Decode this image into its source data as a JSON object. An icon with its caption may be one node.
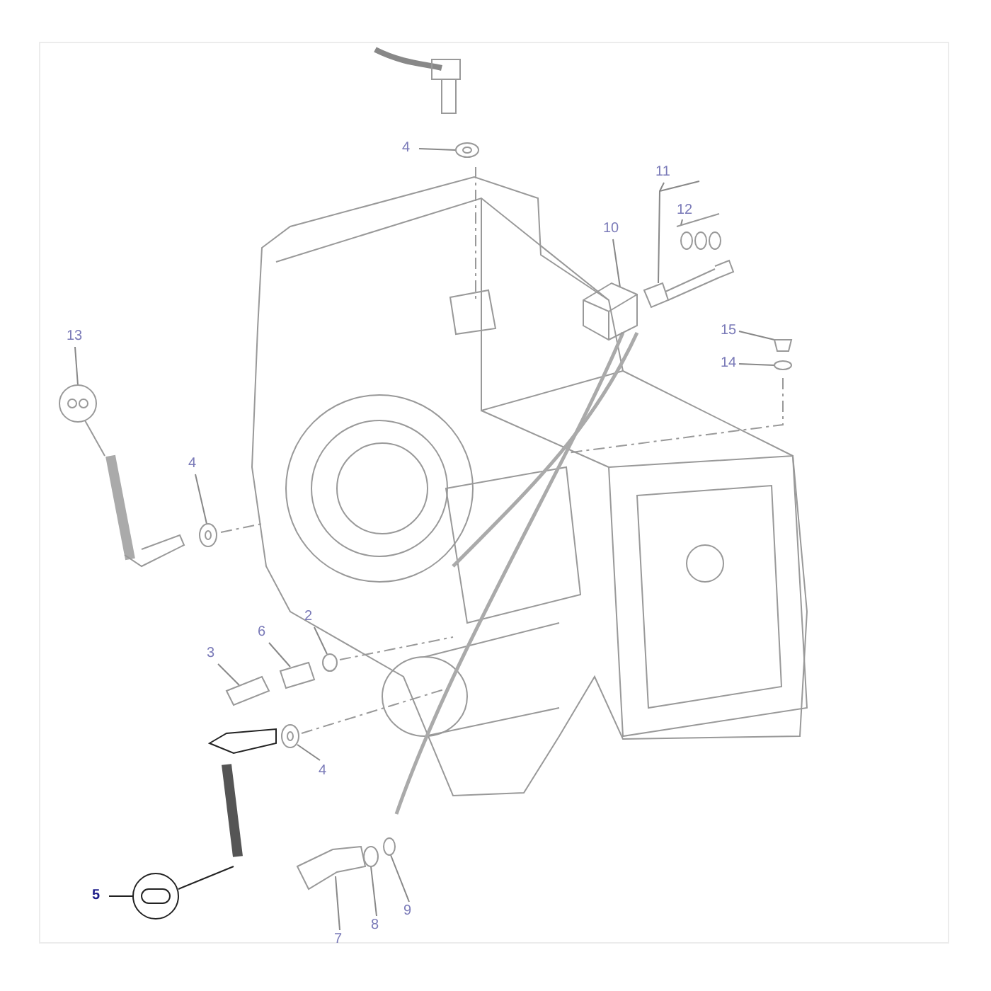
{
  "diagram": {
    "nodes": [
      {
        "text": [
          "4"
        ]
      },
      {
        "text": [
          "11"
        ]
      },
      {
        "text": [
          "12"
        ]
      },
      {
        "text": [
          "10"
        ]
      },
      {
        "text": [
          "13"
        ]
      },
      {
        "text": [
          "15"
        ]
      },
      {
        "text": [
          "14"
        ]
      },
      {
        "text": [
          "4"
        ]
      },
      {
        "text": [
          "2"
        ]
      },
      {
        "text": [
          "6"
        ]
      },
      {
        "text": [
          "3"
        ]
      },
      {
        "text": [
          "4"
        ]
      },
      {
        "text": [
          "5"
        ]
      },
      {
        "text": [
          "7"
        ]
      },
      {
        "text": [
          "8"
        ]
      },
      {
        "text": [
          "9"
        ]
      },
      {
        "text": [],
        "shape": "picture"
      },
      {
        "text": [],
        "shape": "picture"
      },
      {
        "text": [],
        "shape": "picture"
      },
      {
        "text": [],
        "shape": "picture"
      },
      {
        "text": [],
        "shape": "picture"
      },
      {
        "text": [],
        "shape": "picture"
      },
      {
        "text": [],
        "shape": "circle"
      },
      {
        "text": [],
        "shape": "picture"
      },
      {
        "text": [],
        "shape": "circle"
      },
      {
        "text": [],
        "shape": "picture"
      },
      {
        "text": [],
        "shape": "picture"
      },
      {
        "text": [],
        "shape": "picture"
      },
      {
        "text": [],
        "shape": "picture"
      },
      {
        "text": [],
        "shape": "picture"
      },
      {
        "text": [],
        "shape": "circle"
      },
      {
        "text": [],
        "shape": "circle"
      }
    ],
    "edges": [
      {
        "from": 0,
        "to": 16,
        "arrow": "none"
      },
      {
        "from": 1,
        "to": 17,
        "arrow": "none"
      },
      {
        "from": 2,
        "to": 18,
        "arrow": "none"
      },
      {
        "from": 3,
        "to": 19,
        "arrow": "none"
      },
      {
        "from": 4,
        "to": 20,
        "arrow": "none"
      },
      {
        "from": 5,
        "to": 21,
        "arrow": "none"
      },
      {
        "from": 6,
        "to": 22,
        "arrow": "none"
      },
      {
        "from": 7,
        "to": 23,
        "arrow": "none"
      },
      {
        "from": 8,
        "to": 24,
        "arrow": "none"
      },
      {
        "from": 9,
        "to": 25,
        "arrow": "none"
      },
      {
        "from": 10,
        "to": 26,
        "arrow": "none"
      },
      {
        "from": 11,
        "to": 27,
        "arrow": "none"
      },
      {
        "from": 12,
        "to": 28,
        "arrow": "none",
        "color": "#222222"
      },
      {
        "from": 13,
        "to": 29,
        "arrow": "none"
      },
      {
        "from": 14,
        "to": 30,
        "arrow": "none"
      },
      {
        "from": 15,
        "to": 31,
        "arrow": "none"
      }
    ]
  }
}
